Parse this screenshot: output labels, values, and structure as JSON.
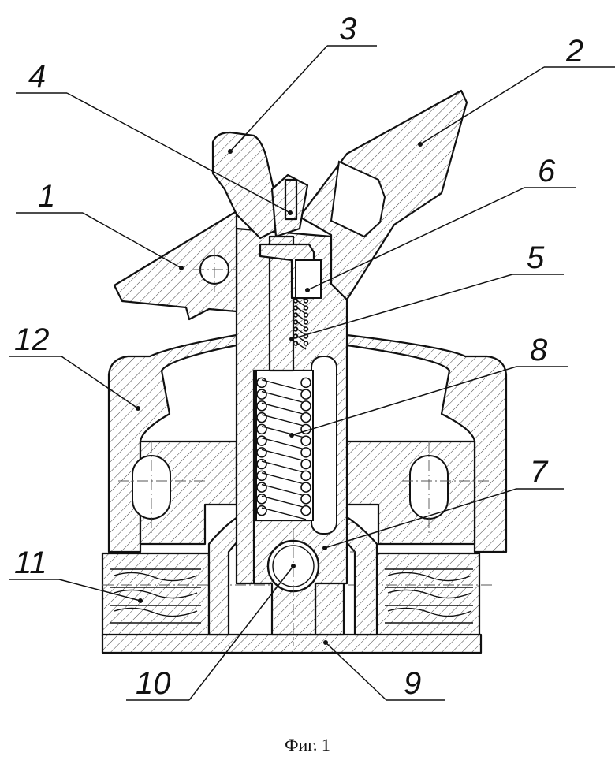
{
  "figure": {
    "caption": "Фиг. 1",
    "labels": [
      "1",
      "2",
      "3",
      "4",
      "5",
      "6",
      "7",
      "8",
      "9",
      "10",
      "11",
      "12"
    ]
  }
}
